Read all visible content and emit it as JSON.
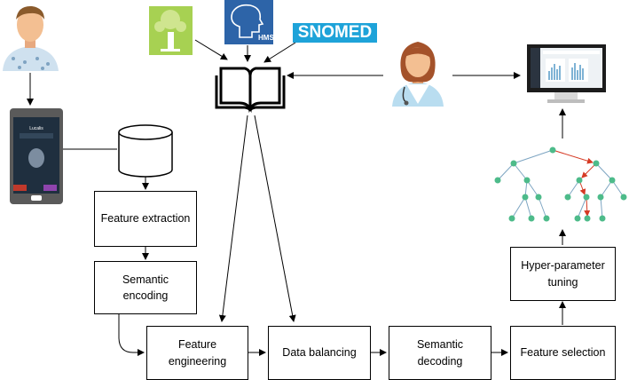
{
  "nodes": {
    "feature_extraction": "Feature extraction",
    "semantic_encoding": "Semantic\nencoding",
    "feature_engineering": "Feature\nengineering",
    "data_balancing": "Data balancing",
    "semantic_decoding": "Semantic\ndecoding",
    "feature_selection": "Feature selection",
    "hyperparameter_tuning": "Hyper-parameter\ntuning"
  },
  "logos": {
    "snomed": "SNOMED",
    "hms": "HMS"
  },
  "phone": {
    "screen_title": "Lucalis"
  },
  "icons": [
    "patient-icon",
    "mobile-phone-icon",
    "database-icon",
    "tree-logo-icon",
    "hms-logo-icon",
    "snomed-logo",
    "knowledge-book-icon",
    "doctor-icon",
    "monitor-icon",
    "decision-tree-icon"
  ],
  "colors": {
    "arrow": "#000000",
    "tree_node": "#4dbb8a",
    "tree_highlight": "#d63a24",
    "snomed_bg": "#1ea3d9"
  }
}
